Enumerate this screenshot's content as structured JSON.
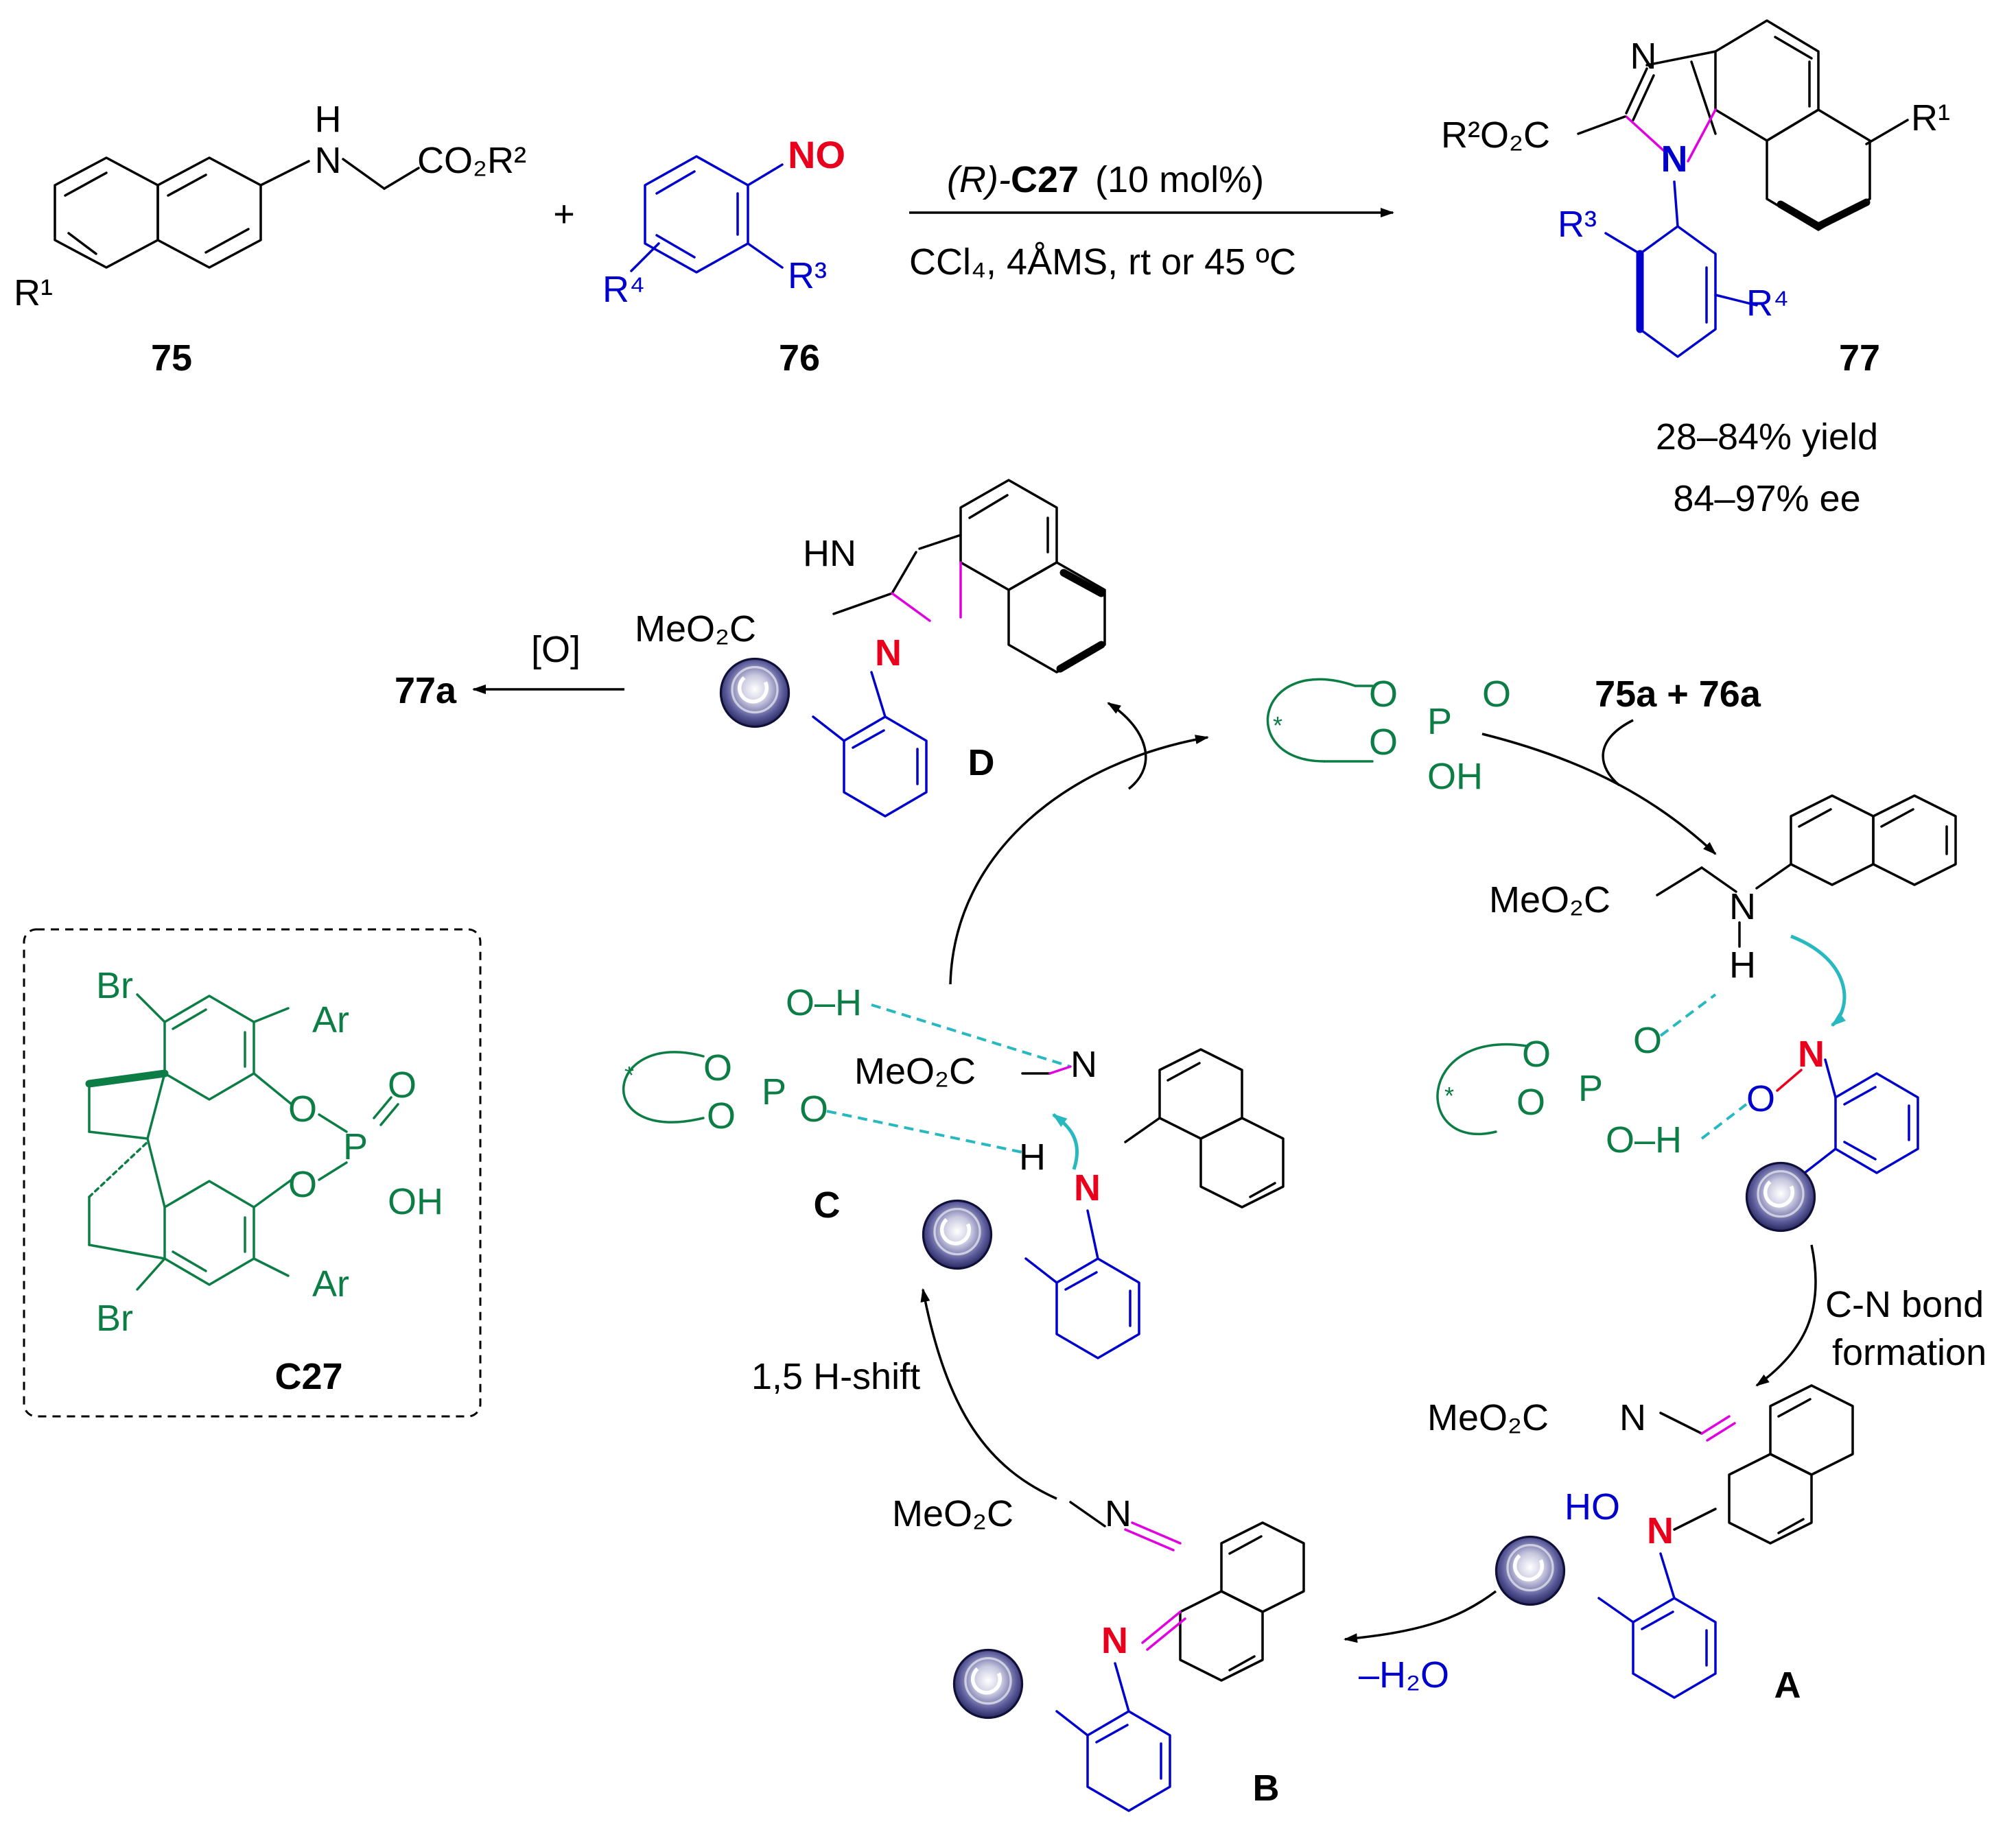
{
  "reaction": {
    "reactant_1": {
      "id": "75",
      "labels": {
        "nh": "H",
        "n": "N",
        "ester": "CO₂R²",
        "sub": "R¹"
      }
    },
    "plus": "+",
    "reactant_2": {
      "id": "76",
      "labels": {
        "nitroso": "NO",
        "r4": "R⁴",
        "r3": "R³"
      }
    },
    "conditions": {
      "line1_prefix": "(R)-",
      "catalyst": "C27",
      "loading": "(10 mol%)",
      "line2": "CCl₄, 4ÅMS, rt or 45 ºC"
    },
    "product": {
      "id": "77",
      "labels": {
        "n_top": "N",
        "n_bottom": "N",
        "ester": "R²O₂C",
        "r1": "R¹",
        "r3": "R³",
        "r4": "R⁴"
      },
      "yield": "28–84% yield",
      "ee": "84–97% ee"
    }
  },
  "catalyst_box": {
    "id": "C27",
    "labels": {
      "br_top": "Br",
      "br_bottom": "Br",
      "ar_top": "Ar",
      "ar_bottom": "Ar",
      "o1": "O",
      "o2": "O",
      "p": "P",
      "o_double": "O",
      "oh": "OH"
    }
  },
  "cycle": {
    "catalyst_top": {
      "o1": "O",
      "o2": "O",
      "p": "P",
      "o_double": "O",
      "oh": "OH",
      "star": "*"
    },
    "entry": "75a + 76a",
    "amine": {
      "ester": "MeO₂C",
      "n": "N",
      "h": "H"
    },
    "complex_right": {
      "o1": "O",
      "o2": "O",
      "p": "P",
      "o_double": "O",
      "oh": "O–H",
      "n": "N",
      "o": "O",
      "star": "*"
    },
    "step_cn": {
      "line1": "C-N bond",
      "line2": "formation"
    },
    "intermediate_A": {
      "id": "A",
      "ester": "MeO₂C",
      "n_imine": "N",
      "ho": "HO",
      "n": "N"
    },
    "step_water": "–H₂O",
    "intermediate_B": {
      "id": "B",
      "ester": "MeO₂C",
      "n_imine": "N",
      "n_aryl": "N"
    },
    "step_shift": "1,5 H-shift",
    "intermediate_C": {
      "id": "C",
      "ester": "MeO₂C",
      "n_imine": "N",
      "oh": "O–H",
      "o1": "O",
      "o2": "O",
      "p": "P",
      "o_double": "O",
      "h": "H",
      "n": "N",
      "star": "*"
    },
    "intermediate_D": {
      "id": "D",
      "hn": "HN",
      "ester": "MeO₂C",
      "n": "N"
    },
    "oxidation": {
      "reagent": "[O]",
      "product": "77a"
    }
  },
  "colors": {
    "black": "#000000",
    "blue": "#0000cc",
    "green": "#0b7d45",
    "red": "#e8001c",
    "magenta": "#e000e0",
    "cyan": "#28b8c0"
  }
}
